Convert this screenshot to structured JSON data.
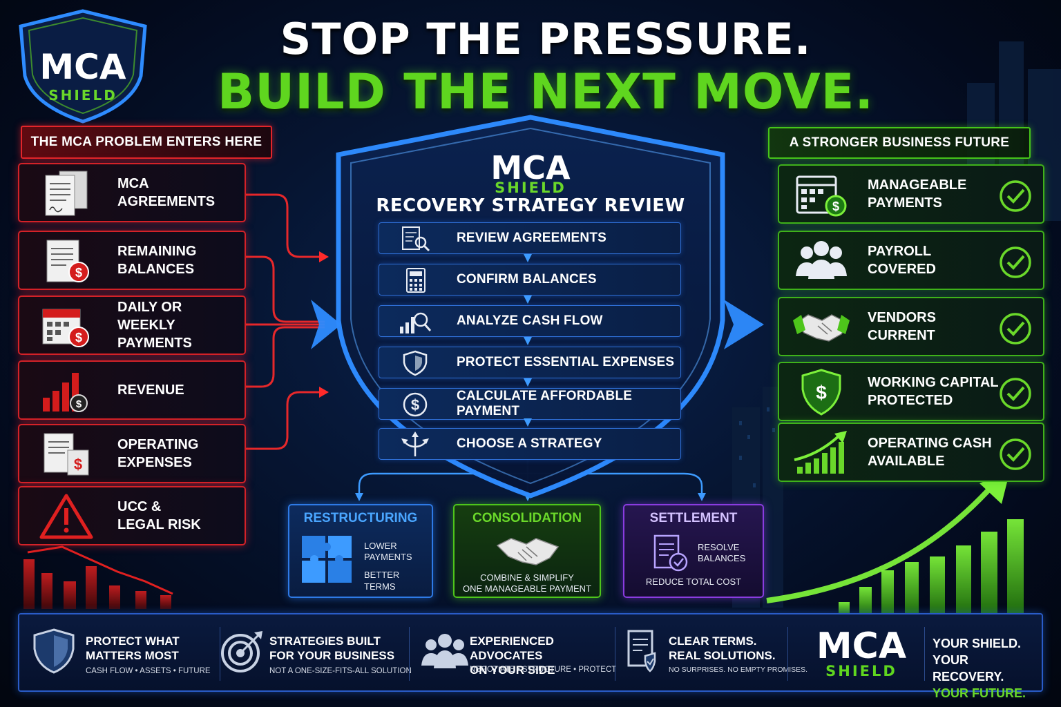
{
  "header": {
    "line1": "STOP THE PRESSURE.",
    "line2": "BUILD THE NEXT MOVE."
  },
  "brand": {
    "name": "MCA",
    "sub": "SHIELD"
  },
  "left_panel": {
    "title": "THE MCA PROBLEM ENTERS HERE",
    "items": [
      {
        "label": "MCA\nAGREEMENTS",
        "icon": "document-icon"
      },
      {
        "label": "REMAINING\nBALANCES",
        "icon": "document-dollar-icon"
      },
      {
        "label": "DAILY OR\nWEEKLY PAYMENTS",
        "icon": "calendar-dollar-icon"
      },
      {
        "label": "REVENUE",
        "icon": "bar-chart-dollar-icon"
      },
      {
        "label": "OPERATING\nEXPENSES",
        "icon": "expenses-icon"
      },
      {
        "label": "UCC &\nLEGAL RISK",
        "icon": "warning-icon"
      }
    ]
  },
  "center": {
    "brand_name": "MCA",
    "brand_sub": "SHIELD",
    "title": "RECOVERY STRATEGY REVIEW",
    "steps": [
      {
        "label": "REVIEW AGREEMENTS",
        "icon": "document-search-icon"
      },
      {
        "label": "CONFIRM BALANCES",
        "icon": "calculator-icon"
      },
      {
        "label": "ANALYZE CASH FLOW",
        "icon": "chart-magnifier-icon"
      },
      {
        "label": "PROTECT ESSENTIAL EXPENSES",
        "icon": "shield-icon"
      },
      {
        "label": "CALCULATE AFFORDABLE PAYMENT",
        "icon": "dollar-coin-icon"
      },
      {
        "label": "CHOOSE A STRATEGY",
        "icon": "fork-arrows-icon"
      }
    ],
    "strategies": [
      {
        "title": "RESTRUCTURING",
        "line1": "LOWER",
        "line2": "PAYMENTS",
        "line3": "BETTER TERMS",
        "icon": "puzzle-icon"
      },
      {
        "title": "CONSOLIDATION",
        "line1": "COMBINE & SIMPLIFY",
        "line2": "ONE MANAGEABLE PAYMENT",
        "icon": "handshake-icon"
      },
      {
        "title": "SETTLEMENT",
        "line1": "RESOLVE",
        "line2": "BALANCES",
        "line3": "REDUCE TOTAL COST",
        "icon": "document-check-icon"
      }
    ]
  },
  "right_panel": {
    "title": "A STRONGER BUSINESS FUTURE",
    "items": [
      {
        "label": "MANAGEABLE\nPAYMENTS",
        "icon": "calendar-dollar-icon"
      },
      {
        "label": "PAYROLL\nCOVERED",
        "icon": "people-icon"
      },
      {
        "label": "VENDORS\nCURRENT",
        "icon": "handshake-icon"
      },
      {
        "label": "WORKING CAPITAL\nPROTECTED",
        "icon": "shield-dollar-icon"
      },
      {
        "label": "OPERATING CASH\nAVAILABLE",
        "icon": "growth-chart-icon"
      }
    ]
  },
  "footer": {
    "items": [
      {
        "title": "PROTECT WHAT\nMATTERS MOST",
        "sub": "CASH FLOW • ASSETS • FUTURE",
        "icon": "shield-icon"
      },
      {
        "title": "STRATEGIES BUILT\nFOR YOUR BUSINESS",
        "sub": "NOT A ONE-SIZE-FITS-ALL SOLUTION",
        "icon": "target-icon"
      },
      {
        "title": "EXPERIENCED ADVOCATES\nON YOUR SIDE",
        "sub": "NEGOTIATE • STRUCTURE • PROTECT",
        "icon": "people-icon"
      },
      {
        "title": "CLEAR TERMS.\nREAL SOLUTIONS.",
        "sub": "NO SURPRISES. NO EMPTY PROMISES.",
        "icon": "document-check-icon"
      }
    ],
    "brand_name": "MCA",
    "brand_sub": "SHIELD",
    "tagline1": "YOUR SHIELD.",
    "tagline2": "YOUR RECOVERY.",
    "tagline3": "YOUR FUTURE."
  },
  "colors": {
    "problem_red": "#e3252a",
    "solution_green": "#5fd61f",
    "shield_blue": "#2e8cff",
    "settlement_purple": "#8a3ce0",
    "background_navy": "#061532"
  }
}
